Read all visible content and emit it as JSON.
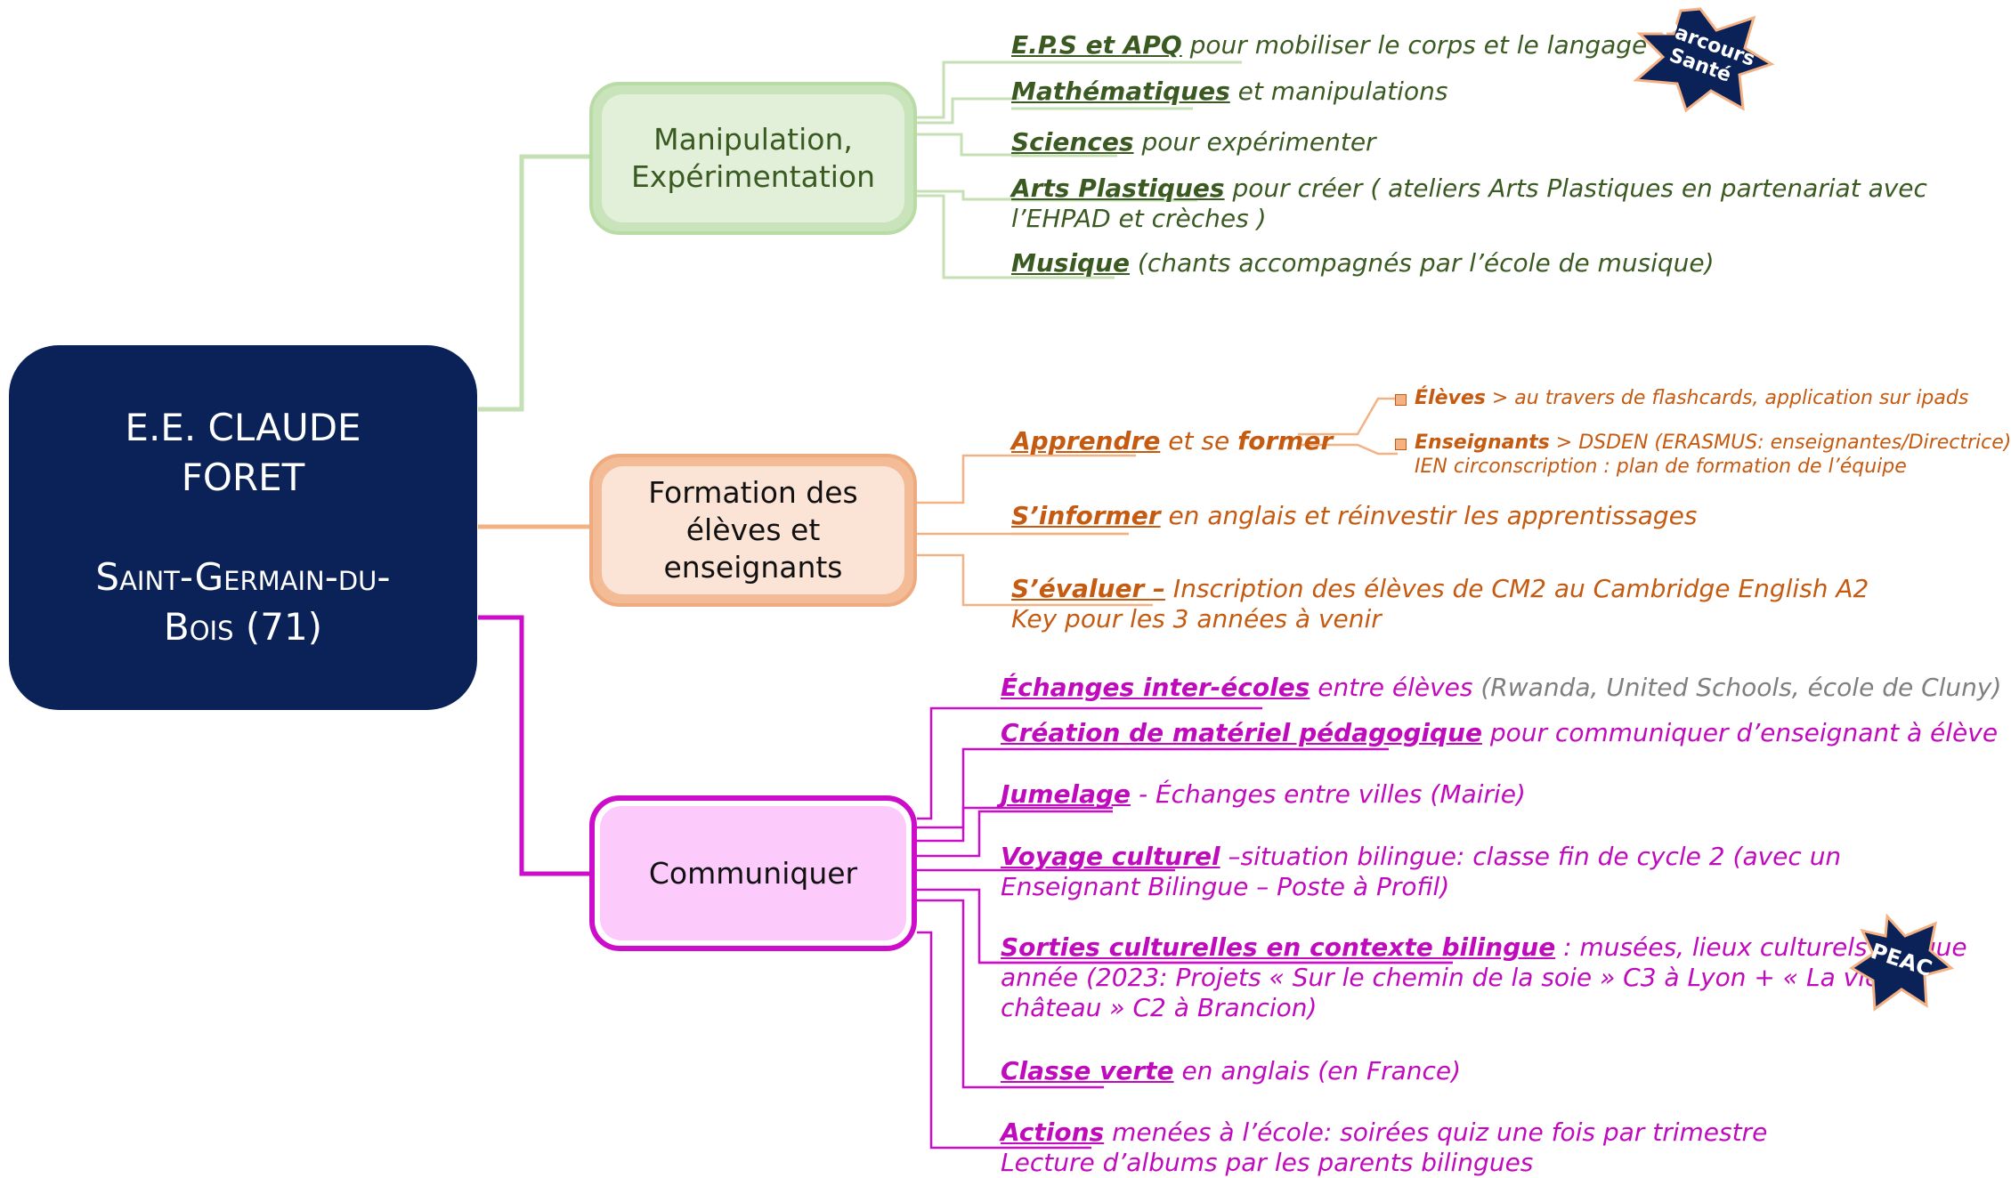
{
  "root": {
    "line1": "E.E. CLAUDE",
    "line2": "FORET",
    "line3": "Saint-Germain-du-",
    "line4": "Bois (71)",
    "color": "#0b2259"
  },
  "branches": {
    "manipulation": {
      "label_line1": "Manipulation,",
      "label_line2": "Expérimentation",
      "color": "#b9dca6",
      "items": [
        {
          "key": "E.P.S  et APQ",
          "rest": " pour mobiliser le corps et le langage"
        },
        {
          "key": "Mathématiques",
          "rest": " et manipulations"
        },
        {
          "key": "Sciences",
          "rest": " pour expérimenter"
        },
        {
          "key": "Arts Plastiques",
          "rest": " pour créer ( ateliers Arts Plastiques en partenariat avec",
          "rest2": "l’EHPAD et crèches )"
        },
        {
          "key": "Musique",
          "rest": " (chants accompagnés par l’école de musique)"
        }
      ],
      "badge": {
        "line1": "Parcours",
        "line2": "Santé",
        "icon": "star-badge-icon"
      }
    },
    "formation": {
      "label_line1": "Formation des",
      "label_line2": "élèves et",
      "label_line3": "enseignants",
      "color": "#efab80",
      "items": [
        {
          "key1": "Apprendre",
          "mid": " et se ",
          "key2": "former"
        },
        {
          "key": "S’informer",
          "rest": " en anglais et réinvestir les apprentissages"
        },
        {
          "key": "S’évaluer –",
          "rest": " Inscription des élèves de CM2 au Cambridge English A2",
          "rest2": "Key pour les 3 années à venir"
        }
      ],
      "sub": [
        {
          "key": "Élèves",
          "rest": "  > au travers de flashcards, application sur ipads"
        },
        {
          "key": "Enseignants",
          "rest": " > DSDEN (ERASMUS: enseignantes/Directrice)",
          "rest2": "IEN circonscription : plan de formation de l’équipe"
        }
      ]
    },
    "communiquer": {
      "label": "Communiquer",
      "color": "#cc0dc9",
      "items": [
        {
          "key": "Échanges inter-écoles",
          "rest": " entre élèves ",
          "grey": "(Rwanda, United Schools, école de Cluny)"
        },
        {
          "key": "Création de matériel pédagogique",
          "rest": " pour communiquer d’enseignant à élève"
        },
        {
          "key": "Jumelage",
          "rest": " - Échanges entre villes (Mairie)"
        },
        {
          "key": "Voyage culturel",
          "rest": " –situation bilingue: classe fin de cycle 2 (avec un",
          "rest2": "Enseignant Bilingue – Poste à Profil)"
        },
        {
          "key": "Sorties culturelles en contexte bilingue",
          "rest": " : musées, lieux culturels chaque",
          "rest2": "année (2023:  Projets « Sur le chemin de la soie » C3 à Lyon  +  « La vie de",
          "rest3": "château » C2 à Brancion)"
        },
        {
          "key": "Classe verte",
          "rest": " en anglais (en France)"
        },
        {
          "key": "Actions",
          "rest": " menées à l’école: soirées quiz une fois par trimestre",
          "rest2": "Lecture d’albums par les parents bilingues"
        }
      ],
      "badge": {
        "label": "PEAC",
        "icon": "star-badge-icon"
      }
    }
  }
}
